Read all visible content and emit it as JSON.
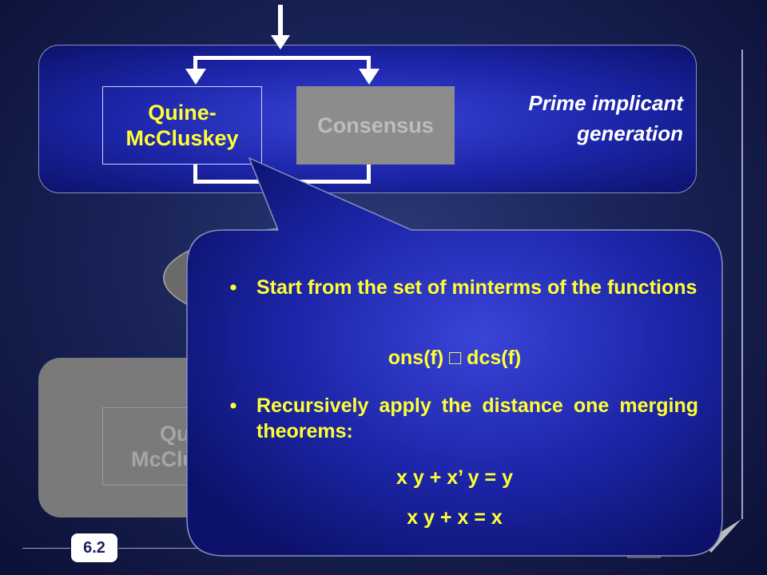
{
  "top_panel": {
    "box_left": "Quine-\nMcCluskey",
    "box_right": "Consensus",
    "label": "Prime implicant\ngeneration"
  },
  "bottom_panel": {
    "box_left": "Qui\nMcClu"
  },
  "callout": {
    "bullet_1": "Start from the set of minterms of the functions",
    "formula_1": "ons(f) □ dcs(f)",
    "bullet_2": "Recursively apply the distance one merging theorems:",
    "formula_2": "x y + x’ y = y",
    "formula_3": "x y + x = x"
  },
  "footer": {
    "page_number": "6.2"
  }
}
